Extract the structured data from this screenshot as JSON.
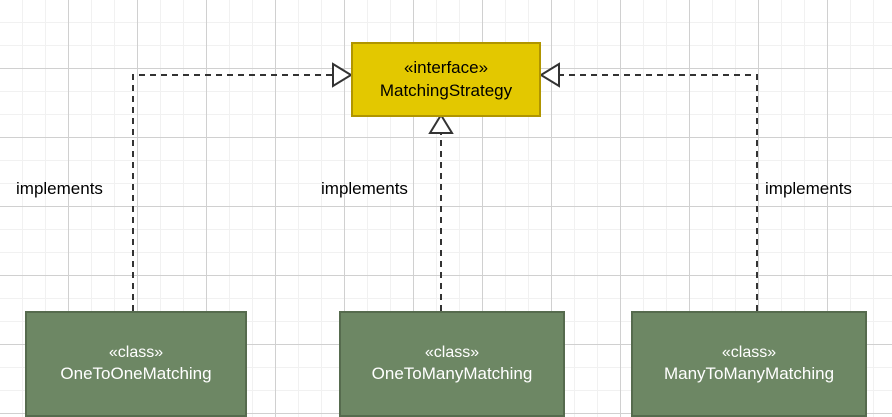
{
  "diagram": {
    "type": "uml-class-diagram",
    "background": "#ffffff",
    "grid": {
      "minor_color": "#f1f1f1",
      "major_color": "#d0d0d0",
      "minor_size": 23,
      "major_size": 69
    },
    "interface": {
      "stereotype": "«interface»",
      "name": "MatchingStrategy",
      "fill": "#e3c800",
      "stroke": "#b09500",
      "text_color": "#000000"
    },
    "classes": [
      {
        "stereotype": "«class»",
        "name": "OneToOneMatching",
        "fill": "#6d8764",
        "stroke": "#566b4e",
        "text_color": "#ffffff"
      },
      {
        "stereotype": "«class»",
        "name": "OneToManyMatching",
        "fill": "#6d8764",
        "stroke": "#566b4e",
        "text_color": "#ffffff"
      },
      {
        "stereotype": "«class»",
        "name": "ManyToManyMatching",
        "fill": "#6d8764",
        "stroke": "#566b4e",
        "text_color": "#ffffff"
      }
    ],
    "relationships": [
      {
        "label": "implements",
        "from": "OneToOneMatching",
        "to": "MatchingStrategy",
        "style": "dashed",
        "arrow": "hollow-triangle"
      },
      {
        "label": "implements",
        "from": "OneToManyMatching",
        "to": "MatchingStrategy",
        "style": "dashed",
        "arrow": "hollow-triangle"
      },
      {
        "label": "implements",
        "from": "ManyToManyMatching",
        "to": "MatchingStrategy",
        "style": "dashed",
        "arrow": "hollow-triangle"
      }
    ],
    "edge_color": "#333333"
  }
}
